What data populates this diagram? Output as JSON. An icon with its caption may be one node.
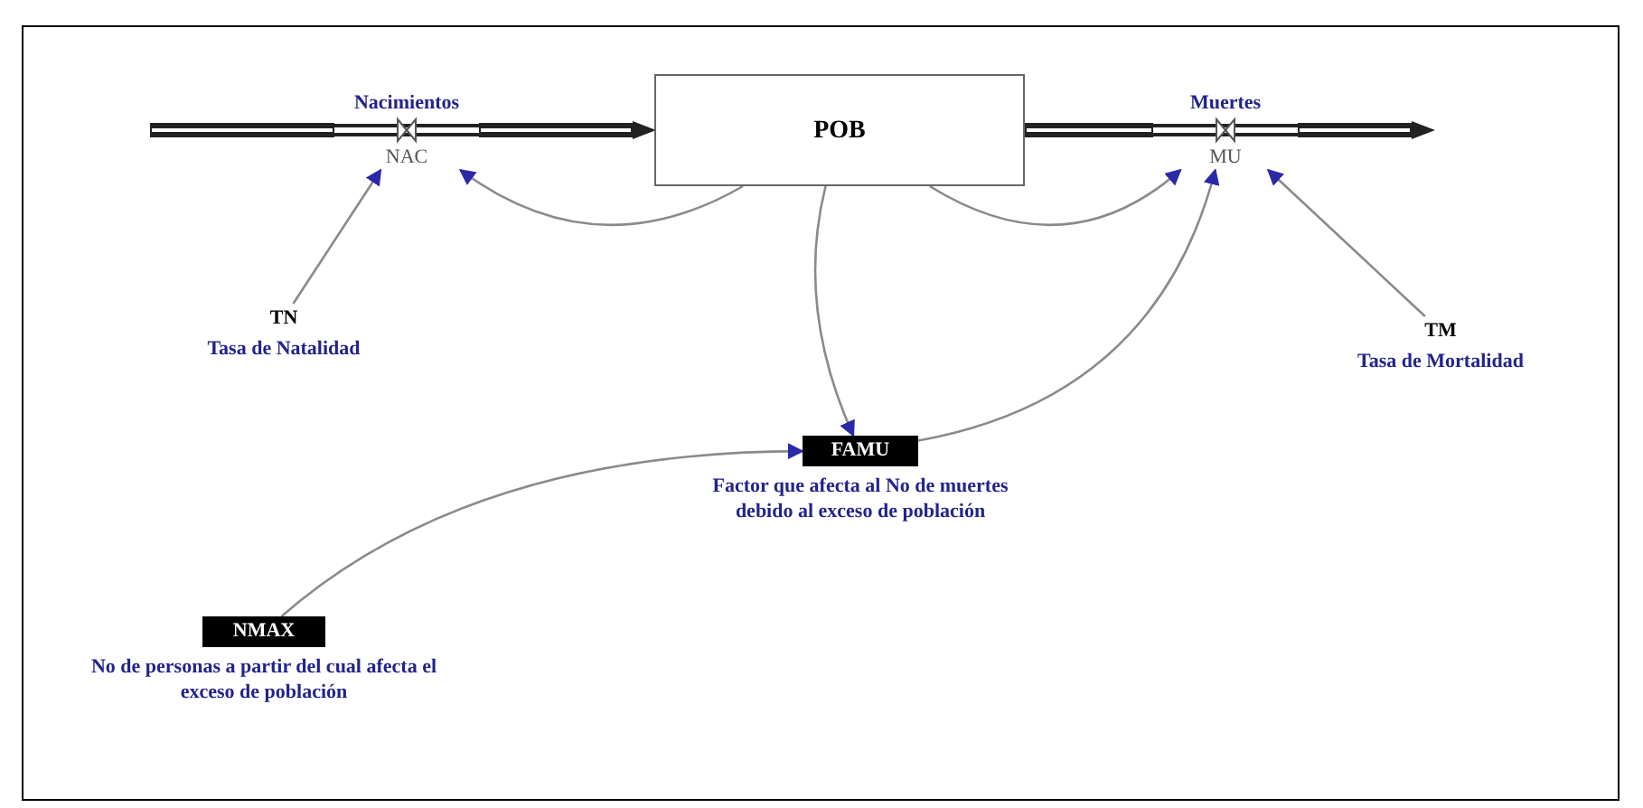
{
  "diagram": {
    "nodes": [
      {
        "text": [
          "Nacimientos",
          "NAC"
        ]
      },
      {
        "text": [
          "POB"
        ]
      },
      {
        "text": [
          "Muertes",
          "MU"
        ]
      },
      {
        "text": [
          "TN"
        ],
        "beside": [
          "Tasa de Natalidad"
        ]
      },
      {
        "text": [
          "TM"
        ],
        "beside": [
          "Tasa de Mortalidad"
        ]
      },
      {
        "text": [
          "FAMU"
        ],
        "beside": [
          "Factor que afecta al No de muertes debido al exceso de población"
        ]
      },
      {
        "text": [
          "NMAX"
        ],
        "beside": [
          "No de personas a partir del cual afecta el exceso de población"
        ]
      }
    ],
    "edges": [
      {
        "from": null,
        "to": 0,
        "arrow": "none",
        "style": "thick",
        "color": "#222222"
      },
      {
        "from": 0,
        "to": 1,
        "arrow": "to",
        "style": "thick",
        "color": "#222222"
      },
      {
        "from": 1,
        "to": 2,
        "arrow": "none",
        "style": "thick",
        "color": "#222222"
      },
      {
        "from": 2,
        "to": null,
        "arrow": "to",
        "style": "thick",
        "color": "#222222"
      },
      {
        "from": 3,
        "to": 0,
        "arrow": "to"
      },
      {
        "from": 1,
        "to": 0,
        "arrow": "to"
      },
      {
        "from": 1,
        "to": 2,
        "arrow": "to"
      },
      {
        "from": 1,
        "to": 5,
        "arrow": "to"
      },
      {
        "from": 5,
        "to": 2,
        "arrow": "to"
      },
      {
        "from": 4,
        "to": 2,
        "arrow": "to"
      },
      {
        "from": 6,
        "to": 5,
        "arrow": "to"
      }
    ]
  }
}
